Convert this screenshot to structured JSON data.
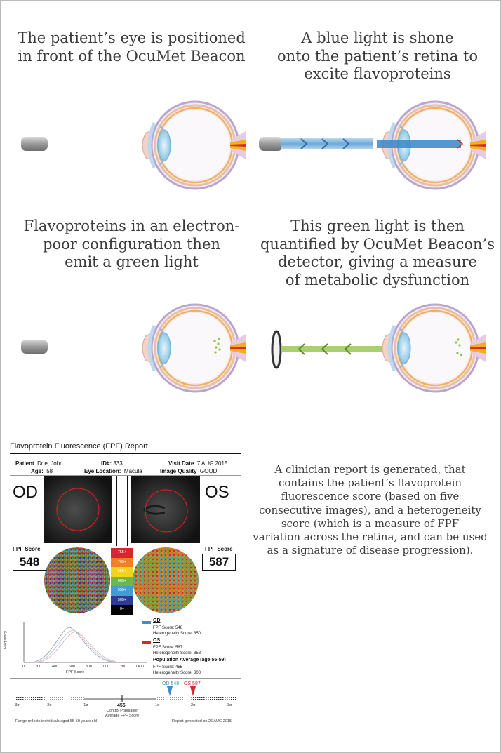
{
  "steps": [
    {
      "caption": "The patient’s eye is positioned\nin front of the OcuMet Beacon"
    },
    {
      "caption": "A blue light is shone\nonto the patient’s retina to\nexcite flavoproteins"
    },
    {
      "caption": "Flavoproteins in an electron-\npoor configuration then\nemit a green light"
    },
    {
      "caption": "This green light is then\nquantified by OcuMet Beacon’s\ndetector, giving a measure\nof metabolic dysfunction"
    }
  ],
  "report_caption": "A clinician report is generated, that\ncontains the patient’s flavoprotein\nfluorescence score (based on five\nconsecutive images), and a heterogeneity\nscore (which is a measure of FPF\nvariation across the retina, and can be used\nas a signature of disease progression).",
  "report": {
    "title": "Flavoprotein Fluorescence (FPF) Report",
    "patient_label": "Patient",
    "patient_name": "Doe, John",
    "id_label": "ID#:",
    "id_value": "333",
    "visit_label": "Visit Date",
    "visit_value": "7 AUG 2015",
    "age_label": "Age:",
    "age_value": "58",
    "location_label": "Eye Location:",
    "location_value": "Macula",
    "quality_label": "Image Quality",
    "quality_value": "GOOD",
    "od_label": "OD",
    "os_label": "OS",
    "score_label": "FPF Score",
    "od_score": "548",
    "os_score": "587",
    "scale": [
      {
        "label": "755+",
        "color": "#d8262d"
      },
      {
        "label": "705+",
        "color": "#f07f25"
      },
      {
        "label": "655+",
        "color": "#f4d21e"
      },
      {
        "label": "605+",
        "color": "#6bb944"
      },
      {
        "label": "555+",
        "color": "#3f9fd4"
      },
      {
        "label": "505+",
        "color": "#2a3d93"
      },
      {
        "label": "0+",
        "color": "#050505"
      }
    ],
    "histogram": {
      "ylabel": "Frequency",
      "xlabel": "FPF Score",
      "x_ticks": [
        "0",
        "200",
        "400",
        "600",
        "800",
        "1000",
        "1200",
        "1400"
      ]
    },
    "legend": {
      "od_head": "OD",
      "od_fpf": "FPF Score: 548",
      "od_het": "Heterogeneity Score: 350",
      "os_head": "OS",
      "os_fpf": "FPF Score: 587",
      "os_het": "Heterogeneity Score: 358",
      "pop_head": "Population Average (age 55-59)",
      "pop_fpf": "FPF Score: 455",
      "pop_het": "Heterogeneity Score: 300",
      "od_color": "#3a8fd0",
      "os_color": "#d8262d"
    },
    "number_line": {
      "labels": [
        "−3σ",
        "−2σ",
        "−1σ",
        "1σ",
        "2σ",
        "3σ"
      ],
      "mean": "455",
      "mean_caption_1": "Control Population",
      "mean_caption_2": "Average FPF Score",
      "od_marker": "OD 548",
      "os_marker": "OS 587",
      "footer_left": "Range reflects individuals aged 55-59 years old",
      "footer_right": "Report generated on 26 AUG 2015"
    }
  }
}
